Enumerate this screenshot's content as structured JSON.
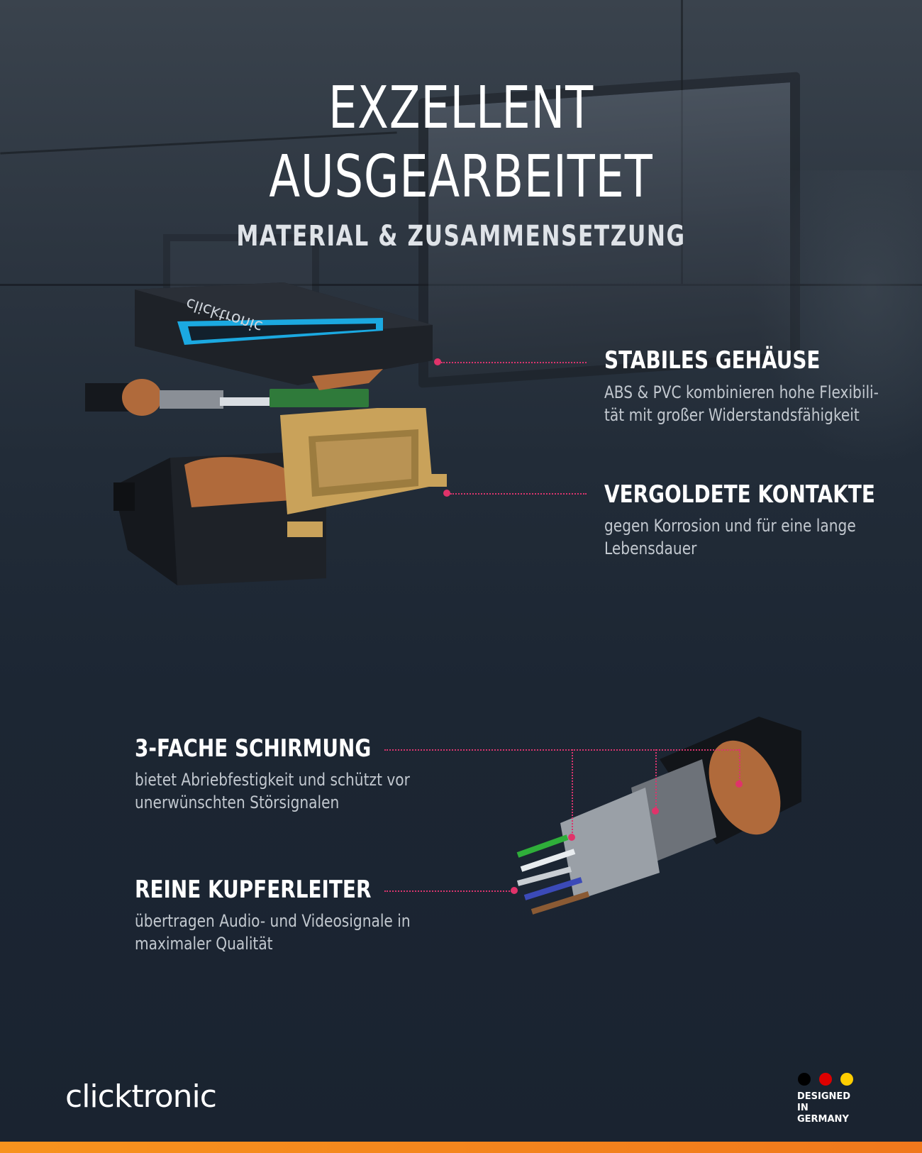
{
  "header": {
    "title_line1": "EXZELLENT",
    "title_line2": "AUSGEARBEITET",
    "subtitle": "MATERIAL & ZUSAMMENSETZUNG"
  },
  "features": [
    {
      "title": "STABILES GEHÄUSE",
      "desc_line1": "ABS & PVC kombinieren hohe Flexibili-",
      "desc_line2": "tät mit großer Widerstandsfähigkeit"
    },
    {
      "title": "VERGOLDETE KONTAKTE",
      "desc_line1": "gegen Korrosion und für eine lange",
      "desc_line2": "Lebensdauer"
    },
    {
      "title": "3-FACHE SCHIRMUNG",
      "desc_line1": "bietet Abriebfestigkeit und schützt vor",
      "desc_line2": "unerwünschten Störsignalen"
    },
    {
      "title": "REINE KUPFERLEITER",
      "desc_line1": "übertragen Audio- und Videosignale in",
      "desc_line2": "maximaler Qualität"
    }
  ],
  "connector": {
    "housing_text": "clicktronic"
  },
  "footer": {
    "logo": "clicktronic",
    "designed_line1": "DESIGNED IN",
    "designed_line2": "GERMANY",
    "flag_colors": [
      "#000000",
      "#dd0000",
      "#ffce00"
    ]
  },
  "colors": {
    "accent_line": "#d9356e",
    "bottom_bar": "#f7931e",
    "housing_accent": "#1ba9e1",
    "gold": "#c9a25a",
    "copper": "#b06a3b"
  }
}
